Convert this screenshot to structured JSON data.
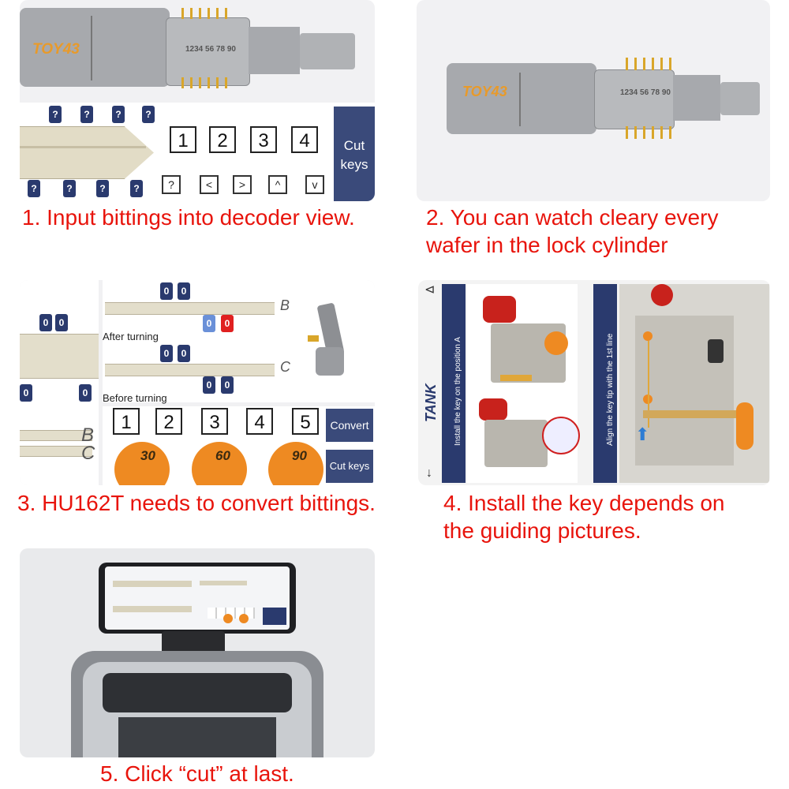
{
  "captions": {
    "step1": "1. Input bittings into decoder view.",
    "step2_line1": "2. You can watch cleary every",
    "step2_line2": "wafer in the lock cylinder",
    "step3": "3. HU162T needs to convert bittings.",
    "step4_line1": "4. Install the key depends on",
    "step4_line2": "the guiding pictures.",
    "step5": "5. Click “cut” at last."
  },
  "panel1": {
    "cylinder_label": "TOY43",
    "wafer_numbers": "1234 56 78 90",
    "tag_mark": "?",
    "digit_boxes": [
      "1",
      "2",
      "3",
      "4"
    ],
    "nav_buttons": [
      "?",
      "<",
      ">",
      "^",
      "v"
    ],
    "cut_keys_line1": "Cut",
    "cut_keys_line2": "keys"
  },
  "panel2": {
    "cylinder_label": "TOY43",
    "wafer_numbers": "1234 56 78 90"
  },
  "panel3": {
    "tag_value": "0",
    "after_turning": "After turning",
    "before_turning": "Before turning",
    "track_b": "B",
    "track_c": "C",
    "digit_boxes": [
      "1",
      "2",
      "3",
      "4",
      "5"
    ],
    "convert_button": "Convert",
    "cut_keys_button": "Cut keys",
    "dials": [
      "30",
      "60",
      "90"
    ]
  },
  "panel4": {
    "brand": "TANK",
    "instruction_a": "Install the key on the position A",
    "instruction_b": "Align the key tip with the 1st line"
  },
  "colors": {
    "caption_red": "#e8140c",
    "navy": "#2a3a6e",
    "dial_orange": "#ee8a22",
    "label_orange": "#e89a2a"
  }
}
